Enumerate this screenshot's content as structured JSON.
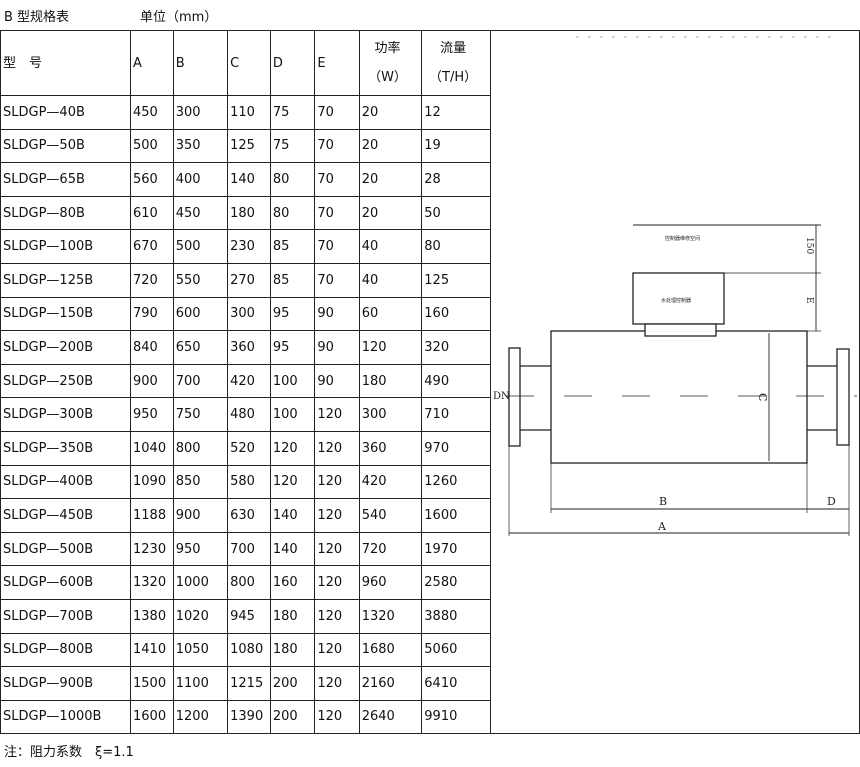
{
  "title": "B 型规格表",
  "unit": "单位（mm）",
  "headers": {
    "model": "型　号",
    "a": "A",
    "b": "B",
    "c": "C",
    "d": "D",
    "e": "E",
    "power": "功率",
    "power_unit": "（W）",
    "flow": "流量",
    "flow_unit": "（T/H）"
  },
  "rows": [
    [
      "SLDGP—40B",
      "450",
      "300",
      "110",
      "75",
      "70",
      "20",
      "12"
    ],
    [
      "SLDGP—50B",
      "500",
      "350",
      "125",
      "75",
      "70",
      "20",
      "19"
    ],
    [
      "SLDGP—65B",
      "560",
      "400",
      "140",
      "80",
      "70",
      "20",
      "28"
    ],
    [
      "SLDGP—80B",
      "610",
      "450",
      "180",
      "80",
      "70",
      "20",
      "50"
    ],
    [
      "SLDGP—100B",
      "670",
      "500",
      "230",
      "85",
      "70",
      "40",
      "80"
    ],
    [
      "SLDGP—125B",
      "720",
      "550",
      "270",
      "85",
      "70",
      "40",
      "125"
    ],
    [
      "SLDGP—150B",
      "790",
      "600",
      "300",
      "95",
      "90",
      "60",
      "160"
    ],
    [
      "SLDGP—200B",
      "840",
      "650",
      "360",
      "95",
      "90",
      "120",
      "320"
    ],
    [
      "SLDGP—250B",
      "900",
      "700",
      "420",
      "100",
      "90",
      "180",
      "490"
    ],
    [
      "SLDGP—300B",
      "950",
      "750",
      "480",
      "100",
      "120",
      "300",
      "710"
    ],
    [
      "SLDGP—350B",
      "1040",
      "800",
      "520",
      "120",
      "120",
      "360",
      "970"
    ],
    [
      "SLDGP—400B",
      "1090",
      "850",
      "580",
      "120",
      "120",
      "420",
      "1260"
    ],
    [
      "SLDGP—450B",
      "1188",
      "900",
      "630",
      "140",
      "120",
      "540",
      "1600"
    ],
    [
      "SLDGP—500B",
      "1230",
      "950",
      "700",
      "140",
      "120",
      "720",
      "1970"
    ],
    [
      "SLDGP—600B",
      "1320",
      "1000",
      "800",
      "160",
      "120",
      "960",
      "2580"
    ],
    [
      "SLDGP—700B",
      "1380",
      "1020",
      "945",
      "180",
      "120",
      "1320",
      "3880"
    ],
    [
      "SLDGP—800B",
      "1410",
      "1050",
      "1080",
      "180",
      "120",
      "1680",
      "5060"
    ],
    [
      "SLDGP—900B",
      "1500",
      "1100",
      "1215",
      "200",
      "120",
      "2160",
      "6410"
    ],
    [
      "SLDGP—1000B",
      "1600",
      "1200",
      "1390",
      "200",
      "120",
      "2640",
      "9910"
    ]
  ],
  "diagram": {
    "dn": "DN",
    "a": "A",
    "b": "B",
    "c": "C",
    "d": "D",
    "e": "E",
    "h150": "150",
    "box_label": "水处理控制器",
    "top_label": "控制器维修空间"
  },
  "note": "注：阻力系数　ξ=1.1"
}
